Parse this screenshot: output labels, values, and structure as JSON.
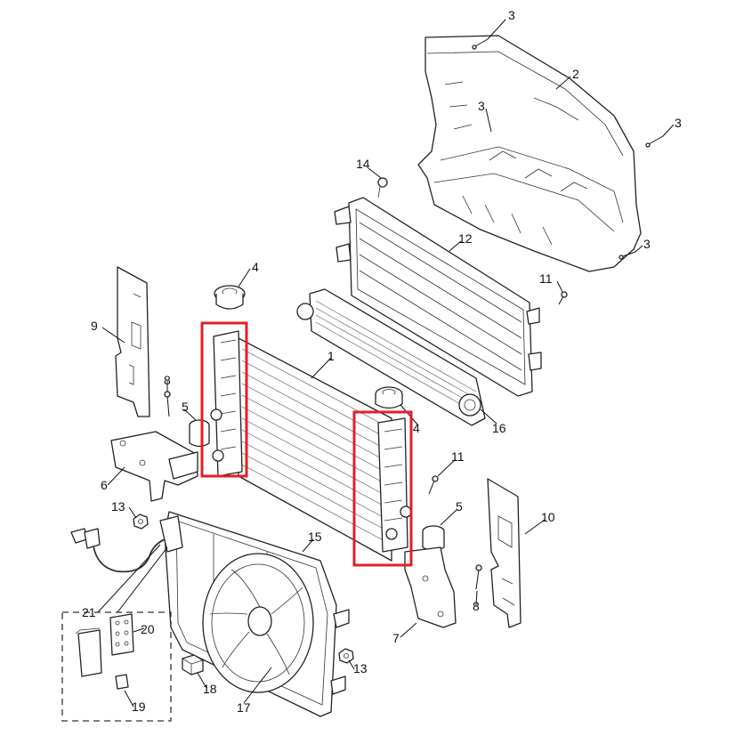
{
  "highlight_color": "#e0202a",
  "callouts": [
    {
      "id": "c3a",
      "label": "3"
    },
    {
      "id": "c2",
      "label": "2"
    },
    {
      "id": "c3b",
      "label": "3"
    },
    {
      "id": "c3c",
      "label": "3"
    },
    {
      "id": "c3d",
      "label": "3"
    },
    {
      "id": "c14",
      "label": "14"
    },
    {
      "id": "c12",
      "label": "12"
    },
    {
      "id": "c11a",
      "label": "11"
    },
    {
      "id": "c4a",
      "label": "4"
    },
    {
      "id": "c9",
      "label": "9"
    },
    {
      "id": "c1",
      "label": "1"
    },
    {
      "id": "c8a",
      "label": "8"
    },
    {
      "id": "c5a",
      "label": "5"
    },
    {
      "id": "c4b",
      "label": "4"
    },
    {
      "id": "c16",
      "label": "16"
    },
    {
      "id": "c6",
      "label": "6"
    },
    {
      "id": "c11b",
      "label": "11"
    },
    {
      "id": "c13a",
      "label": "13"
    },
    {
      "id": "c5b",
      "label": "5"
    },
    {
      "id": "c10",
      "label": "10"
    },
    {
      "id": "c15",
      "label": "15"
    },
    {
      "id": "c21",
      "label": "21"
    },
    {
      "id": "c20",
      "label": "20"
    },
    {
      "id": "c8b",
      "label": "8"
    },
    {
      "id": "c7",
      "label": "7"
    },
    {
      "id": "c13b",
      "label": "13"
    },
    {
      "id": "c18",
      "label": "18"
    },
    {
      "id": "c19",
      "label": "19"
    },
    {
      "id": "c17",
      "label": "17"
    }
  ]
}
